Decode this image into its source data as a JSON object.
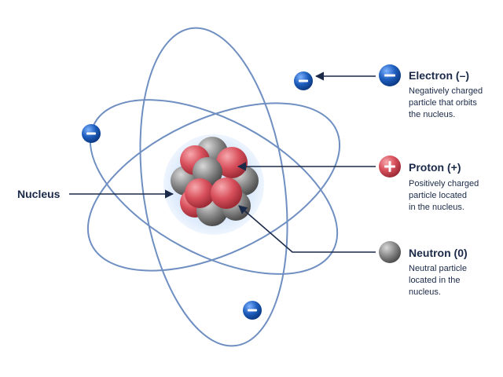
{
  "nucleus_label": "Nucleus",
  "legend": [
    {
      "title": "Electron (–)",
      "lines": [
        "Negatively charged",
        "particle that orbits",
        "the nucleus."
      ],
      "symbol": "−",
      "color": "#1f5fbf"
    },
    {
      "title": "Proton (+)",
      "lines": [
        "Positively charged",
        "particle located",
        "in the nucleus."
      ],
      "symbol": "+",
      "color": "#d8505c"
    },
    {
      "title": "Neutron (0)",
      "lines": [
        "Neutral particle",
        "located in the",
        "nucleus."
      ],
      "symbol": "",
      "color": "#8a8a8a"
    }
  ],
  "electron_symbol": "−",
  "colors": {
    "orbit": "#6f8fc2",
    "arrow": "#1b2a48",
    "text": "#1b2a48",
    "nucleus_glow": "#d6e6fa"
  }
}
